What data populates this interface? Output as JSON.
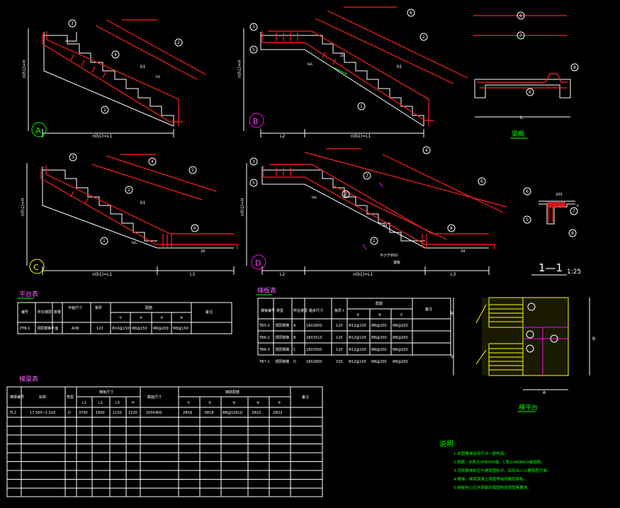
{
  "views": [
    {
      "id": "A",
      "dim_bottom": "n(b1)=L1",
      "dim_side": "n(h1)=H"
    },
    {
      "id": "B",
      "dim_bottom_left": "L2",
      "dim_bottom": "n(b1)=L1",
      "dim_side": "n(h1)=H"
    },
    {
      "id": "C",
      "dim_bottom": "n(b1)=L1",
      "dim_bottom_right": "L3",
      "dim_side": "n(h1)=H"
    },
    {
      "id": "D",
      "dim_bottom_left": "L2",
      "dim_bottom": "n(b1)=L1",
      "dim_bottom_right": "L3",
      "dim_side": "n(h1)=H"
    }
  ],
  "marks": {
    "b1": "b1",
    "h1": "h1",
    "laL": "laL",
    "two_d": "2d",
    "three_d": "3d",
    "n1": "1",
    "n2": "2",
    "n3": "3",
    "n4": "4",
    "n5": "5",
    "n6": "6",
    "n7": "7",
    "n8": "8",
    "extra_note": "端板",
    "fdm": "不小于Φ50"
  },
  "beam_detail": {
    "title": "梁概",
    "dim": "b"
  },
  "section": {
    "label": "1—1",
    "scale": "1:25",
    "dim_top": "200",
    "dim_side": "h"
  },
  "platform_table": {
    "title": "平台表",
    "headers": [
      "编号",
      "所在楼层",
      "数量",
      "平面尺寸",
      "板厚",
      "①",
      "②",
      "③",
      "④",
      "备注"
    ],
    "group_header": "配筋",
    "row": [
      "PTB-1",
      "顶层楼梯平台",
      "1",
      "AXB",
      "120",
      "Φ10@150",
      "Φ8@150",
      "Φ8@200",
      "Φ8@150",
      ""
    ]
  },
  "stair_table": {
    "title": "梯板表",
    "headers": [
      "梯板编号",
      "类型",
      "所在楼层",
      "踏步尺寸",
      "板厚 t",
      "⑤",
      "⑥",
      "⑦",
      "备注"
    ],
    "group_header": "配筋",
    "rows": [
      [
        "TB5-2",
        "顶层楼梯",
        "A",
        "16X2600",
        "120",
        "Φ12@100",
        "Φ8@200",
        "Φ8@200",
        ""
      ],
      [
        "TB6-2",
        "顶层楼梯",
        "B",
        "18X3510",
        "120",
        "Φ12@100",
        "Φ8@200",
        "Φ8@200",
        ""
      ],
      [
        "TB6-3",
        "顶层楼梯",
        "C",
        "18X3550",
        "120",
        "Φ12@100",
        "Φ8@200",
        "Φ8@200",
        ""
      ],
      [
        "TB7-1",
        "顶层楼梯",
        "D",
        "18X2600",
        "150",
        "Φ12@100",
        "Φ8@200",
        "Φ8@200",
        ""
      ]
    ]
  },
  "beam_table": {
    "title": "梯梁表",
    "headers": [
      "梯梁编号",
      "标高",
      "类型",
      "L1",
      "L2",
      "L3",
      "H",
      "截面尺寸",
      "①",
      "②",
      "③",
      "④",
      "⑤",
      "备注"
    ],
    "group_size": "梯板尺寸",
    "group_rebar": "梯梁配筋",
    "row": [
      "TL2",
      "17.500~2.310",
      "D",
      "3700",
      "1800",
      "1150",
      "2220",
      "200X400",
      "2Φ16",
      "3Φ18",
      "Φ8@100(2)",
      "2Φ22",
      "2Φ22",
      ""
    ]
  },
  "plan": {
    "title": "梯平台",
    "dim_a": "A",
    "dim_b": "B",
    "dim_b1": "b",
    "dim_b2": "b"
  },
  "notes": {
    "title": "说明",
    "items": [
      "1.本图楼梯采用平法一般构造。",
      "2.钢筋：Φ表示HPB300级，C表示HRB400级钢筋。",
      "3.浇筑楼梯前应与建筑图核对，如有出入以建筑图为准。",
      "4.楼梯、梯梁混凝土强度等级同楼层梁板。",
      "5.梯板核心区外钢筋的锁固构造按图集要求。"
    ]
  }
}
